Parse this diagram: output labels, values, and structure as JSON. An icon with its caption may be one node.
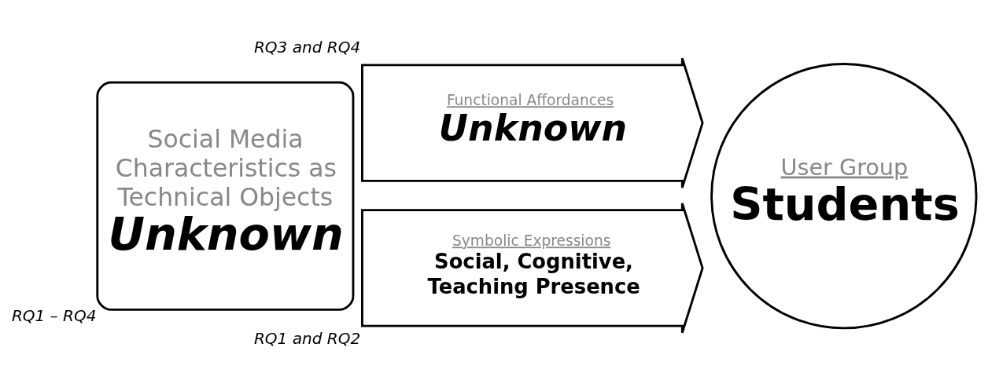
{
  "diagram": {
    "nodes": [
      {
        "text": [
          "Social Media Characteristics as Technical Objects",
          "Unknown"
        ],
        "beside": [
          "RQ1 – RQ4"
        ]
      },
      {
        "text": [
          "Functional Affordances",
          "Unknown"
        ],
        "beside": [
          "RQ3 and RQ4"
        ]
      },
      {
        "text": [
          "Symbolic Expressions",
          "Social, Cognitive, Teaching Presence"
        ],
        "beside": [
          "RQ1 and RQ2"
        ]
      },
      {
        "text": [
          "User Group",
          "Students"
        ]
      }
    ],
    "edges": []
  }
}
